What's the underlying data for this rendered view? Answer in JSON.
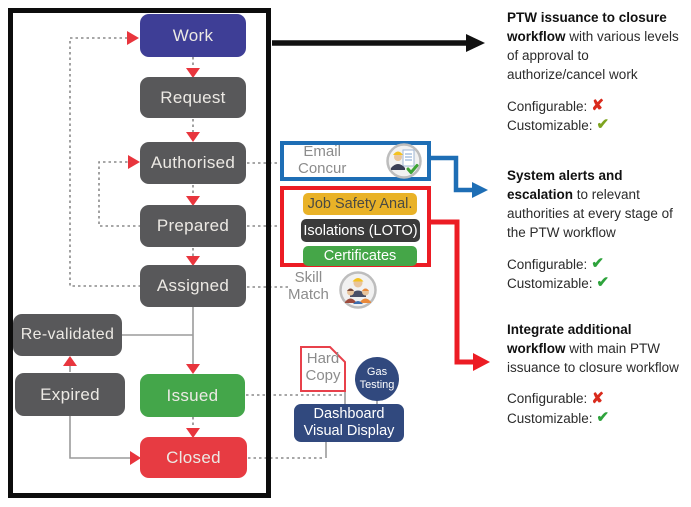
{
  "flow": {
    "nodes": {
      "work": {
        "label": "Work"
      },
      "request": {
        "label": "Request"
      },
      "authorised": {
        "label": "Authorised"
      },
      "prepared": {
        "label": "Prepared"
      },
      "assigned": {
        "label": "Assigned"
      },
      "revalidated": {
        "label": "Re-validated"
      },
      "expired": {
        "label": "Expired"
      },
      "issued": {
        "label": "Issued"
      },
      "closed": {
        "label": "Closed"
      }
    }
  },
  "annotations": {
    "email_concur": {
      "line1": "Email",
      "line2": "Concur"
    },
    "skill_match": {
      "line1": "Skill",
      "line2": "Match"
    },
    "hard_copy": {
      "line1": "Hard",
      "line2": "Copy"
    },
    "gas_testing": {
      "line1": "Gas",
      "line2": "Testing"
    },
    "dashboard": {
      "line1": "Dashboard",
      "line2": "Visual Display"
    },
    "pills": [
      {
        "label": "Job Safety Anal.",
        "color": "#E9B227",
        "text_color": "#4A4A42"
      },
      {
        "label": "Isolations (LOTO)",
        "color": "#3A3A3A",
        "text_color": "#FFFFFF"
      },
      {
        "label": "Certificates",
        "color": "#45A648",
        "text_color": "#FFFFFF"
      }
    ]
  },
  "notes": [
    {
      "bold": "PTW issuance to closure workflow",
      "rest": " with various levels of approval to authorize/cancel work",
      "configurable_label": "Configurable:",
      "customizable_label": "Customizable:",
      "configurable_mark": "✘",
      "configurable_color": "#D92A1C",
      "customizable_mark": "✔",
      "customizable_color": "#7EA420"
    },
    {
      "bold": "System alerts and escalation",
      "rest": " to relevant authorities at every stage of the PTW workflow",
      "configurable_label": "Configurable:",
      "customizable_label": "Customizable:",
      "configurable_mark": "✔",
      "configurable_color": "#2EA33C",
      "customizable_mark": "✔",
      "customizable_color": "#2EA33C"
    },
    {
      "bold": "Integrate additional workflow",
      "rest": " with main PTW issuance to closure workflow",
      "configurable_label": "Configurable:",
      "customizable_label": "Customizable:",
      "configurable_mark": "✘",
      "configurable_color": "#D92A1C",
      "customizable_mark": "✔",
      "customizable_color": "#2EA33C"
    }
  ],
  "colors": {
    "work_node": "#3E3E96",
    "stage_node": "#58585A",
    "issued_node": "#44A64A",
    "closed_node": "#E73B42",
    "alert_box_border": "#1E6EB5",
    "integration_box_border": "#EC1C24",
    "navy_shapes": "#31497E",
    "flow_arrowheads": "#E8353D",
    "frame": "#0D0D0D"
  }
}
